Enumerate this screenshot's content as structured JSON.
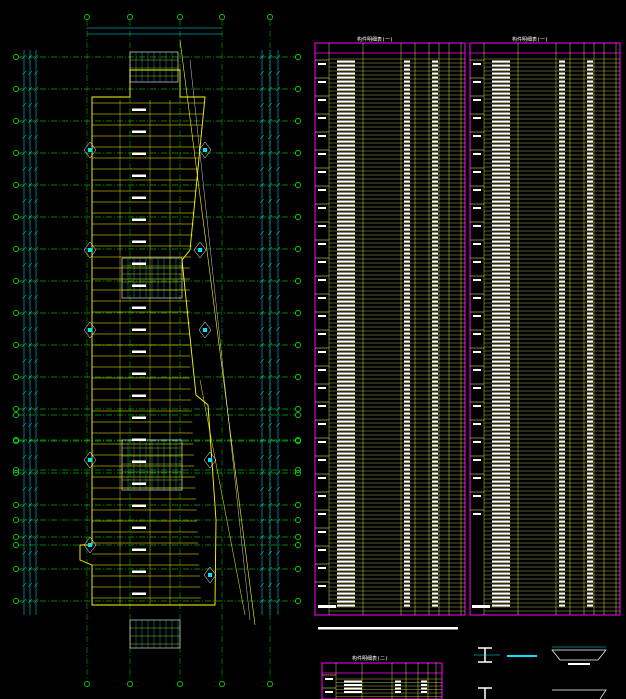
{
  "colors": {
    "background": "#000000",
    "grid_axis": "#00ff00",
    "dimension": "#00e5ff",
    "structure": "#ffff00",
    "table_frame": "#ff00ff",
    "text": "#ffffff",
    "table_rows": "#ffff66"
  },
  "tables": {
    "left_title": "构件明细表(一)",
    "right_title": "构件明细表(一)",
    "bottom_title": "构件明细表(二)"
  },
  "icons": [
    "grid-bubble",
    "i-beam-section-icon",
    "plate-section-icon"
  ]
}
